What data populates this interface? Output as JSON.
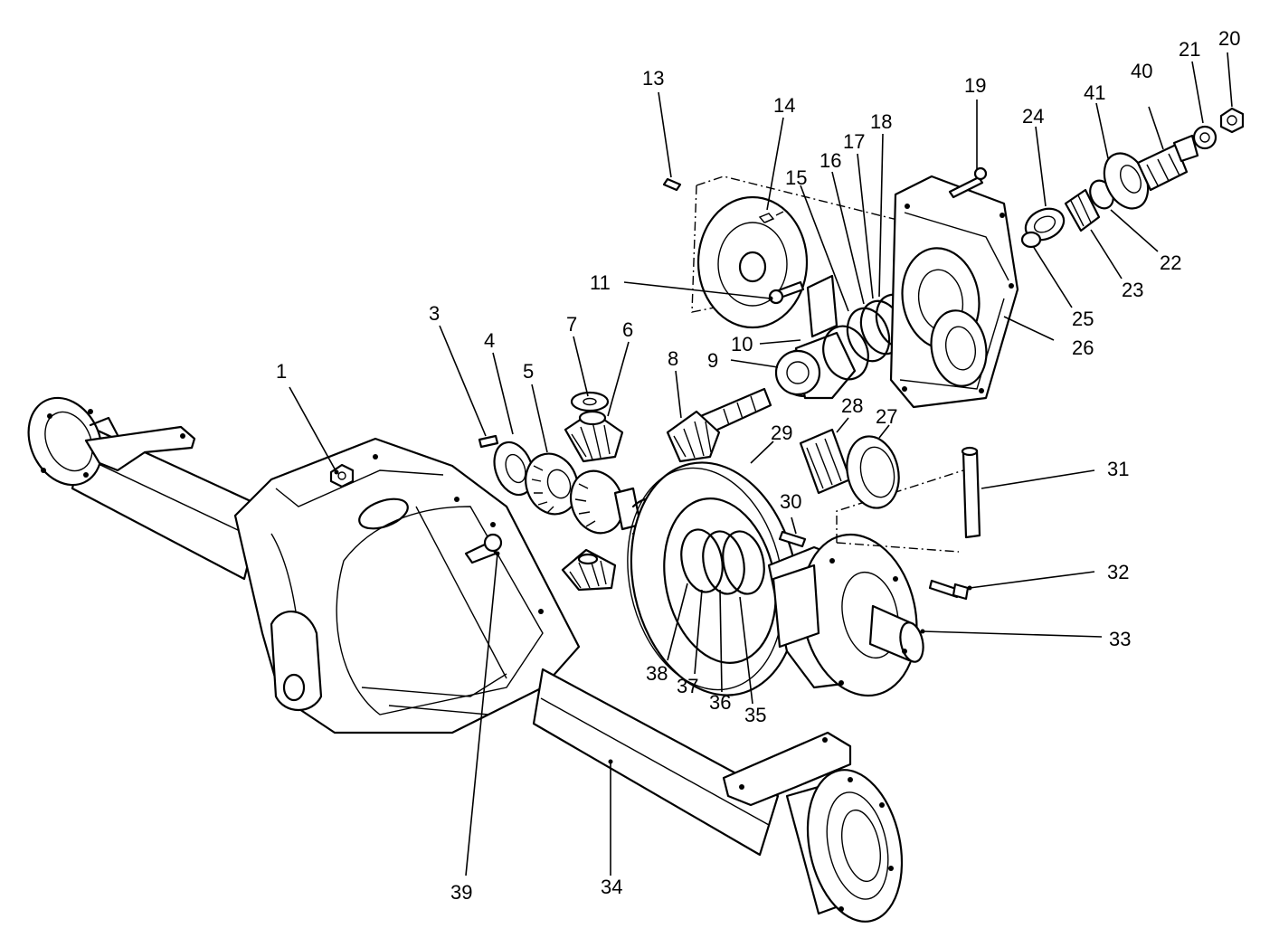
{
  "diagram": {
    "callouts": [
      {
        "id": "1",
        "label": "1"
      },
      {
        "id": "3",
        "label": "3"
      },
      {
        "id": "4",
        "label": "4"
      },
      {
        "id": "5",
        "label": "5"
      },
      {
        "id": "6",
        "label": "6"
      },
      {
        "id": "7",
        "label": "7"
      },
      {
        "id": "8",
        "label": "8"
      },
      {
        "id": "9",
        "label": "9"
      },
      {
        "id": "10",
        "label": "10"
      },
      {
        "id": "11",
        "label": "11"
      },
      {
        "id": "13",
        "label": "13"
      },
      {
        "id": "14",
        "label": "14"
      },
      {
        "id": "15",
        "label": "15"
      },
      {
        "id": "16",
        "label": "16"
      },
      {
        "id": "17",
        "label": "17"
      },
      {
        "id": "18",
        "label": "18"
      },
      {
        "id": "19",
        "label": "19"
      },
      {
        "id": "20",
        "label": "20"
      },
      {
        "id": "21",
        "label": "21"
      },
      {
        "id": "22",
        "label": "22"
      },
      {
        "id": "23",
        "label": "23"
      },
      {
        "id": "24",
        "label": "24"
      },
      {
        "id": "25",
        "label": "25"
      },
      {
        "id": "26",
        "label": "26"
      },
      {
        "id": "27",
        "label": "27"
      },
      {
        "id": "28",
        "label": "28"
      },
      {
        "id": "29",
        "label": "29"
      },
      {
        "id": "30",
        "label": "30"
      },
      {
        "id": "31",
        "label": "31"
      },
      {
        "id": "32",
        "label": "32"
      },
      {
        "id": "33",
        "label": "33"
      },
      {
        "id": "34",
        "label": "34"
      },
      {
        "id": "35",
        "label": "35"
      },
      {
        "id": "36",
        "label": "36"
      },
      {
        "id": "37",
        "label": "37"
      },
      {
        "id": "38",
        "label": "38"
      },
      {
        "id": "39",
        "label": "39"
      },
      {
        "id": "40",
        "label": "40"
      },
      {
        "id": "41",
        "label": "41"
      }
    ]
  }
}
